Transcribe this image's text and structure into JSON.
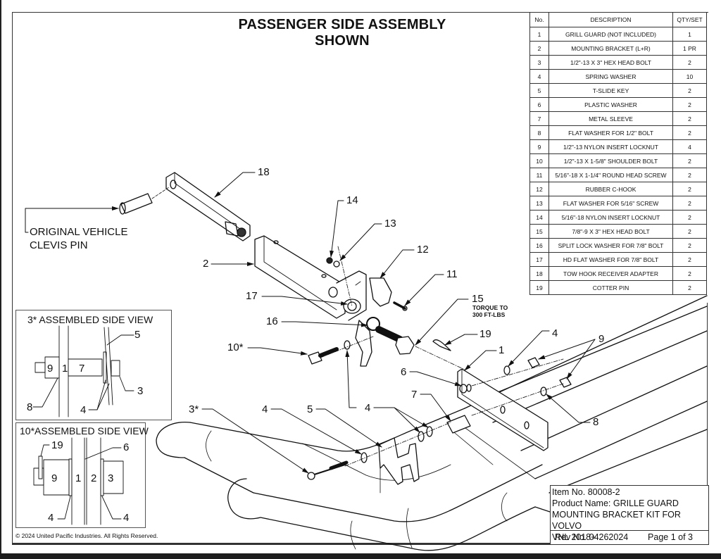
{
  "title": "PASSENGER SIDE ASSEMBLY SHOWN",
  "bom": {
    "headers": [
      "No.",
      "DESCRIPTION",
      "QTY/SET"
    ],
    "rows": [
      {
        "no": "1",
        "desc": "GRILL GUARD (NOT INCLUDED)",
        "qty": "1"
      },
      {
        "no": "2",
        "desc": "MOUNTING BRACKET (L+R)",
        "qty": "1 PR"
      },
      {
        "no": "3",
        "desc": "1/2\"-13 X 3\" HEX HEAD BOLT",
        "qty": "2"
      },
      {
        "no": "4",
        "desc": "SPRING WASHER",
        "qty": "10"
      },
      {
        "no": "5",
        "desc": "T-SLIDE KEY",
        "qty": "2"
      },
      {
        "no": "6",
        "desc": "PLASTIC WASHER",
        "qty": "2"
      },
      {
        "no": "7",
        "desc": "METAL SLEEVE",
        "qty": "2"
      },
      {
        "no": "8",
        "desc": "FLAT WASHER FOR 1/2\" BOLT",
        "qty": "2"
      },
      {
        "no": "9",
        "desc": "1/2\"-13 NYLON INSERT LOCKNUT",
        "qty": "4"
      },
      {
        "no": "10",
        "desc": "1/2\"-13 X 1-5/8\" SHOULDER BOLT",
        "qty": "2"
      },
      {
        "no": "11",
        "desc": "5/16\"-18 X 1-1/4\" ROUND HEAD SCREW",
        "qty": "2"
      },
      {
        "no": "12",
        "desc": "RUBBER C-HOOK",
        "qty": "2"
      },
      {
        "no": "13",
        "desc": "FLAT WASHER FOR 5/16\" SCREW",
        "qty": "2"
      },
      {
        "no": "14",
        "desc": "5/16\"-18 NYLON INSERT LOCKNUT",
        "qty": "2"
      },
      {
        "no": "15",
        "desc": "7/8\"-9 X 3\" HEX HEAD BOLT",
        "qty": "2"
      },
      {
        "no": "16",
        "desc": "SPLIT LOCK WASHER FOR 7/8\" BOLT",
        "qty": "2"
      },
      {
        "no": "17",
        "desc": "HD FLAT WASHER FOR 7/8\" BOLT",
        "qty": "2"
      },
      {
        "no": "18",
        "desc": "TOW HOOK RECEIVER ADAPTER",
        "qty": "2"
      },
      {
        "no": "19",
        "desc": "COTTER PIN",
        "qty": "2"
      }
    ]
  },
  "callouts": {
    "c18": "18",
    "c14": "14",
    "c13": "13",
    "c12": "12",
    "c11": "11",
    "c2": "2",
    "c17": "17",
    "c16": "16",
    "c15": "15",
    "c10": "10*",
    "c19": "19",
    "c1": "1",
    "c4a": "4",
    "c9": "9",
    "c6": "6",
    "c7": "7",
    "c4b": "4",
    "c8": "8",
    "c3": "3*",
    "c4c": "4",
    "c5": "5"
  },
  "torque_note": [
    "TORQUE TO",
    "300 FT-LBS"
  ],
  "vehicle_label": [
    "ORIGINAL VEHICLE",
    "CLEVIS PIN"
  ],
  "inset_3": {
    "title": "3* ASSEMBLED SIDE VIEW",
    "labels": {
      "n9": "9",
      "n1": "1",
      "n7": "7",
      "n5": "5",
      "n3": "3",
      "n8": "8",
      "n4": "4"
    }
  },
  "inset_10": {
    "title": "10*ASSEMBLED SIDE VIEW",
    "labels": {
      "n19": "19",
      "n6": "6",
      "n9": "9",
      "n1": "1",
      "n2": "2",
      "n3": "3",
      "n4a": "4",
      "n4b": "4"
    }
  },
  "info": {
    "item_no": "Item No. 80008-2",
    "product_line1": "Product Name: GRILLE GUARD",
    "product_line2": "MOUNTING BRACKET KIT FOR VOLVO",
    "product_line3": "VNL 2018+",
    "rev": "Rev No. 04262024",
    "page": "Page 1 of 3"
  },
  "copyright": "© 2024 United Pacific Industries. All Rights Reserved."
}
